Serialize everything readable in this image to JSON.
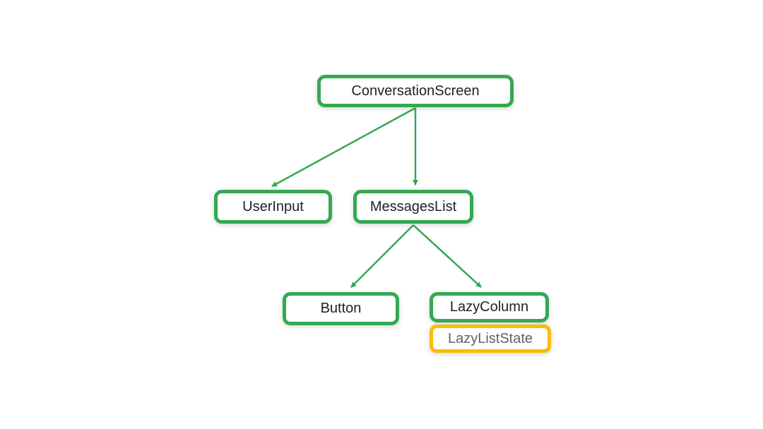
{
  "diagram": {
    "description": "Composable hierarchy tree",
    "nodes": [
      {
        "id": "conversation-screen",
        "label": "ConversationScreen",
        "type": "composable"
      },
      {
        "id": "user-input",
        "label": "UserInput",
        "type": "composable"
      },
      {
        "id": "messages-list",
        "label": "MessagesList",
        "type": "composable"
      },
      {
        "id": "button",
        "label": "Button",
        "type": "composable"
      },
      {
        "id": "lazy-column",
        "label": "LazyColumn",
        "type": "composable"
      },
      {
        "id": "lazy-list-state",
        "label": "LazyListState",
        "type": "state"
      }
    ],
    "edges": [
      {
        "from": "ConversationScreen",
        "to": "UserInput"
      },
      {
        "from": "ConversationScreen",
        "to": "MessagesList"
      },
      {
        "from": "MessagesList",
        "to": "Button"
      },
      {
        "from": "MessagesList",
        "to": "LazyColumn"
      }
    ],
    "colors": {
      "composable_border": "#34A853",
      "state_border": "#FBBC04",
      "arrow": "#34A853",
      "label_text": "#202124",
      "state_label_text": "#5F6368",
      "background": "#FFFFFF"
    }
  }
}
